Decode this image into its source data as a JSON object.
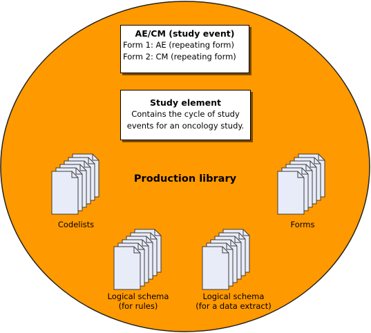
{
  "colors": {
    "circle_fill": "#ff9900",
    "circle_stroke": "#222222",
    "page_fill": "#e8ecf8",
    "page_stroke": "#3c3c3c",
    "box_fill": "#ffffff"
  },
  "boxes": {
    "event": {
      "title": "AE/CM (study event)",
      "line1": "Form 1: AE (repeating form)",
      "line2": "Form 2: CM (repeating form)"
    },
    "element": {
      "title": "Study element",
      "line1": "Contains the cycle of study",
      "line2": "events for an oncology study."
    }
  },
  "center_label": "Production library",
  "stacks": {
    "codelists": {
      "label": "Codelists"
    },
    "forms": {
      "label": "Forms"
    },
    "schema_rules": {
      "line1": "Logical schema",
      "line2": "(for rules)"
    },
    "schema_extract": {
      "line1": "Logical schema",
      "line2": "(for a data extract)"
    }
  }
}
